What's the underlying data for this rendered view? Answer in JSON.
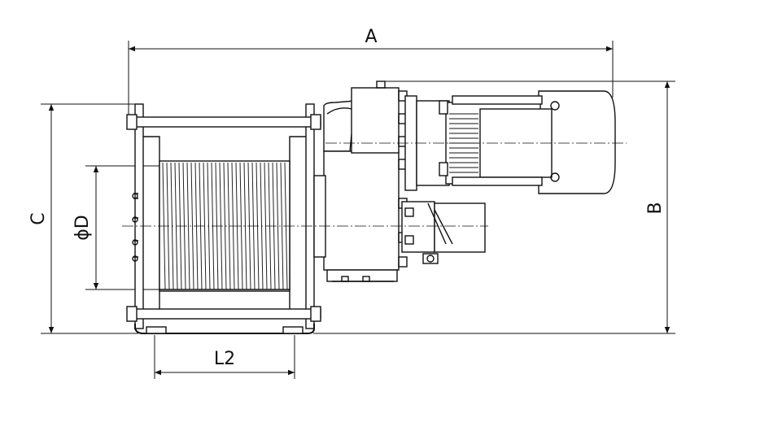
{
  "dimensions": {
    "overall_length_label": "A",
    "overall_height_label": "B",
    "frame_height_label": "C",
    "drum_diameter_label": "ϕD",
    "foot_spacing_label": "L2"
  }
}
